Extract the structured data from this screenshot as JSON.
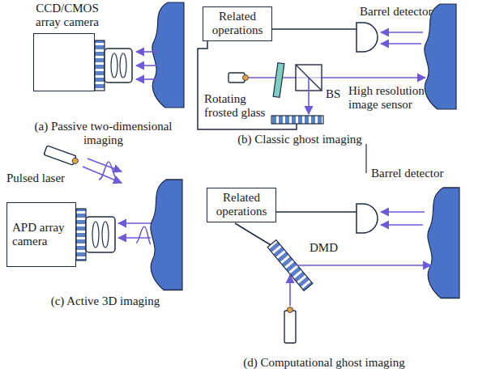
{
  "diagram": {
    "nodes": [
      {
        "text": [
          "CCD/CMOS array camera"
        ]
      },
      {
        "text": [
          "Related operations"
        ]
      },
      {
        "text": [
          "APD array camera"
        ]
      },
      {
        "text": [
          "Related operations"
        ]
      }
    ],
    "labels": [
      "Barrel detector",
      "Rotating frosted glass",
      "BS",
      "High resolution image sensor",
      "Barrel detector",
      "Pulsed laser",
      "DMD",
      "(a) Passive two-dimensional imaging",
      "(b) Classic ghost imaging",
      "(c) Active 3D imaging",
      "(d) Computational ghost imaging"
    ]
  }
}
